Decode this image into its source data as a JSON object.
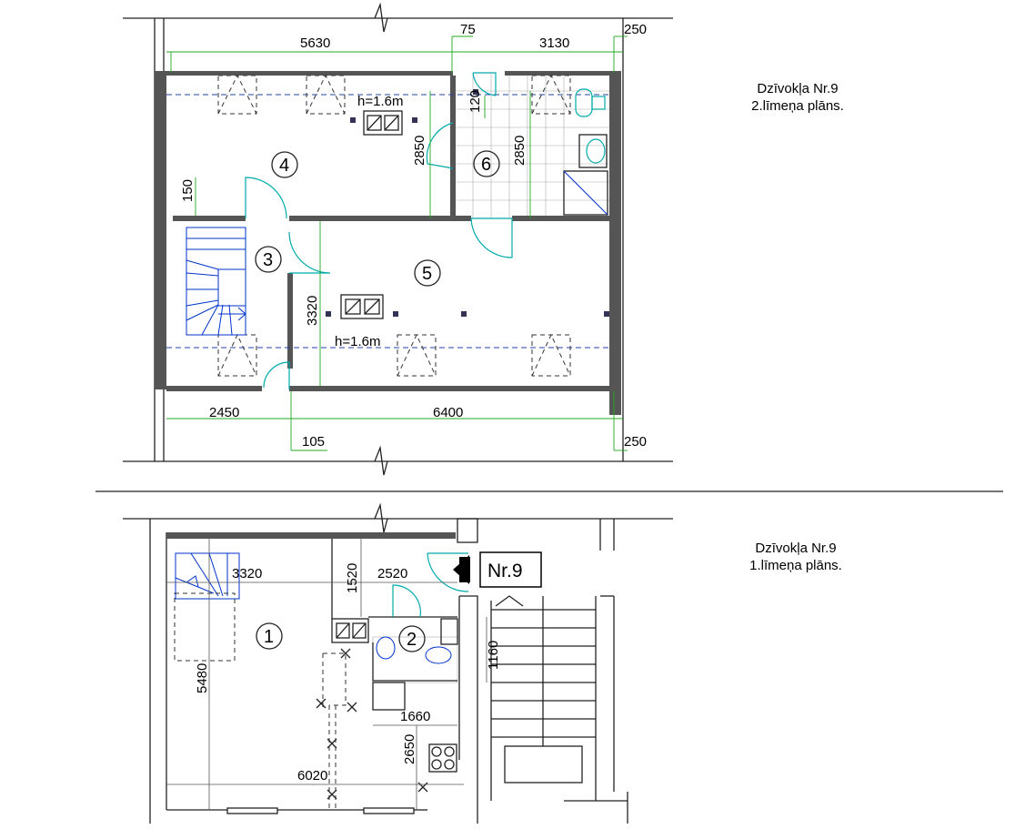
{
  "upper_plan": {
    "title_line1": "Dzīvokļa Nr.9",
    "title_line2": "2.līmeņa plāns.",
    "dimensions": {
      "top_left": "5630",
      "top_gap": "75",
      "top_right": "3130",
      "top_right_wall": "250",
      "room4_height": "2850",
      "room6_height": "2850",
      "room6_small": "120",
      "left_150": "150",
      "room5_height": "3320",
      "bottom_left": "2450",
      "bottom_right": "6400",
      "bottom_gap": "105",
      "bottom_right_wall": "250"
    },
    "heights": {
      "top": "h=1.6m",
      "bottom": "h=1.6m"
    },
    "rooms": [
      "3",
      "4",
      "5",
      "6"
    ]
  },
  "lower_plan": {
    "title_line1": "Dzīvokļa Nr.9",
    "title_line2": "1.līmeņa plāns.",
    "apartment_tag": "Nr.9",
    "dimensions": {
      "d3320": "3320",
      "d1520": "1520",
      "d2520": "2520",
      "d5480": "5480",
      "d1160": "1160",
      "d1660": "1660",
      "d2650": "2650",
      "d6020": "6020"
    },
    "rooms": [
      "1",
      "2"
    ]
  }
}
